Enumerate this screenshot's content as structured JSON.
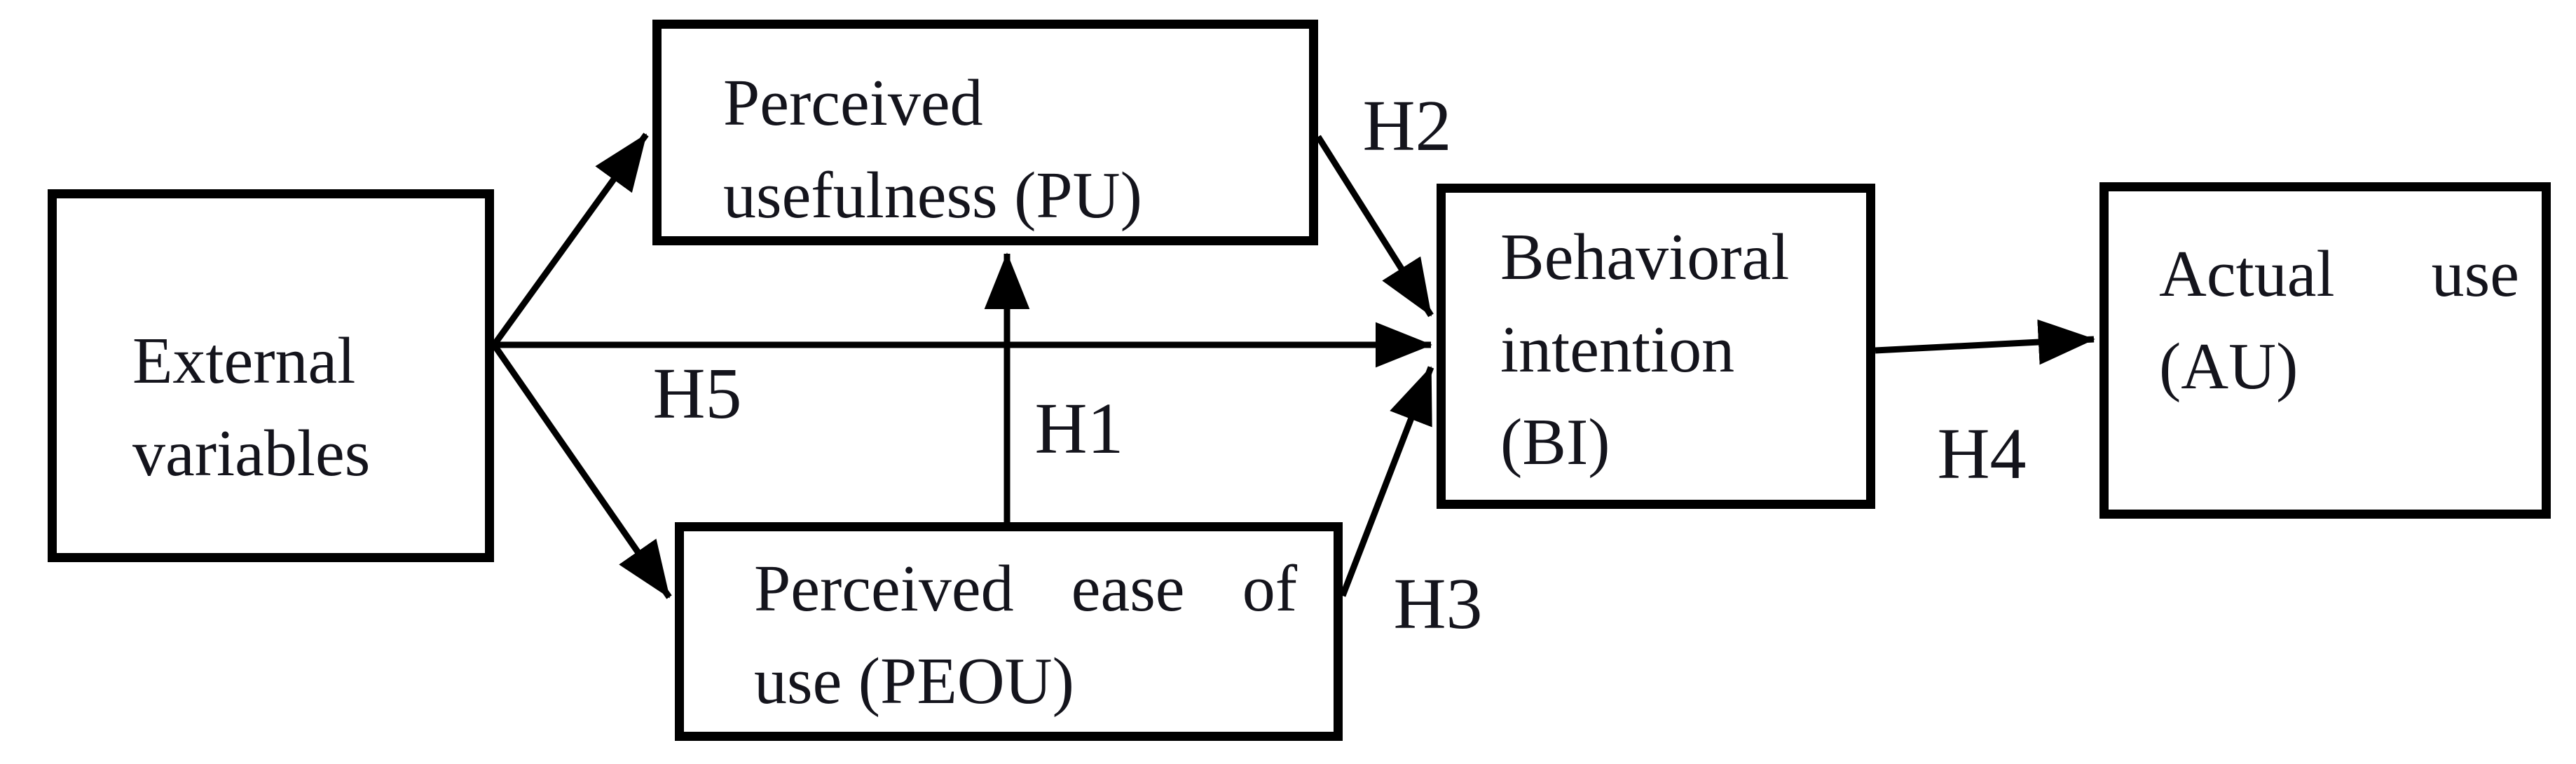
{
  "diagram": {
    "type": "path-model",
    "boxes": {
      "external_variables": {
        "lines": [
          "External",
          "variables"
        ]
      },
      "perceived_usefulness": {
        "lines": [
          "Perceived",
          "usefulness (PU)"
        ]
      },
      "perceived_ease_of_use": {
        "lines": [
          "Perceived ease of",
          "use (PEOU)"
        ]
      },
      "behavioral_intention": {
        "lines": [
          "Behavioral",
          "intention",
          "(BI)"
        ]
      },
      "actual_use": {
        "lines": [
          "Actual use",
          "(AU)"
        ]
      }
    },
    "labels": {
      "h1": "H1",
      "h2": "H2",
      "h3": "H3",
      "h4": "H4",
      "h5": "H5"
    },
    "edges": [
      {
        "from": "external_variables",
        "to": "perceived_usefulness",
        "label": ""
      },
      {
        "from": "external_variables",
        "to": "behavioral_intention",
        "label": "H5"
      },
      {
        "from": "external_variables",
        "to": "perceived_ease_of_use",
        "label": ""
      },
      {
        "from": "perceived_ease_of_use",
        "to": "perceived_usefulness",
        "label": "H1"
      },
      {
        "from": "perceived_usefulness",
        "to": "behavioral_intention",
        "label": "H2"
      },
      {
        "from": "perceived_ease_of_use",
        "to": "behavioral_intention",
        "label": "H3"
      },
      {
        "from": "behavioral_intention",
        "to": "actual_use",
        "label": "H4"
      }
    ],
    "colors": {
      "line": "#000000",
      "text": "#14141c",
      "background": "#ffffff"
    }
  }
}
